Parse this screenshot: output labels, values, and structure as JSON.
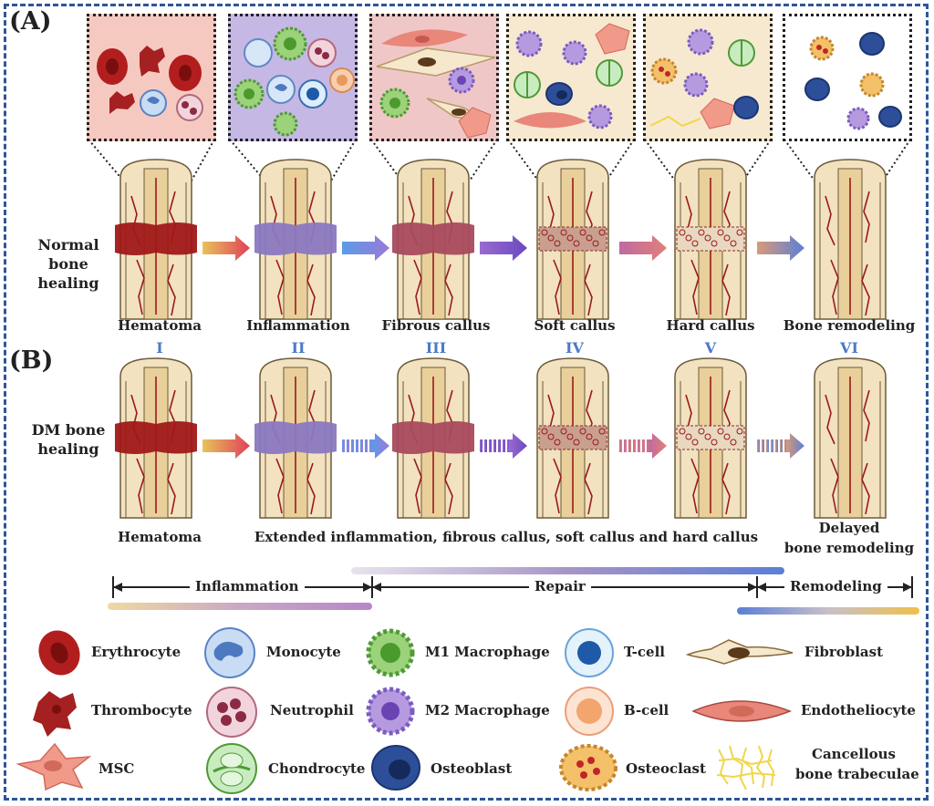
{
  "panels": {
    "a": "(A)",
    "b": "(B)"
  },
  "rows": {
    "normal": "Normal bone healing",
    "dm": "DM bone healing"
  },
  "stages": [
    {
      "label": "Hematoma",
      "roman": "I"
    },
    {
      "label": "Inflammation",
      "roman": "II"
    },
    {
      "label": "Fibrous callus",
      "roman": "III"
    },
    {
      "label": "Soft callus",
      "roman": "IV"
    },
    {
      "label": "Hard callus",
      "roman": "V"
    },
    {
      "label": "Bone remodeling",
      "roman": "VI"
    }
  ],
  "dm_labels": {
    "hematoma": "Hematoma",
    "extended": "Extended inflammation, fibrous callus, soft callus and hard callus",
    "delayed_line1": "Delayed",
    "delayed_line2": "bone remodeling"
  },
  "phases": {
    "inflammation": "Inflammation",
    "repair": "Repair",
    "remodeling": "Remodeling"
  },
  "legend": [
    {
      "name": "Erythrocyte",
      "icon": "erythrocyte-icon"
    },
    {
      "name": "Monocyte",
      "icon": "monocyte-icon"
    },
    {
      "name": "M1 Macrophage",
      "icon": "m1-macrophage-icon"
    },
    {
      "name": "T-cell",
      "icon": "t-cell-icon"
    },
    {
      "name": "Fibroblast",
      "icon": "fibroblast-icon"
    },
    {
      "name": "Thrombocyte",
      "icon": "thrombocyte-icon"
    },
    {
      "name": "Neutrophil",
      "icon": "neutrophil-icon"
    },
    {
      "name": "M2 Macrophage",
      "icon": "m2-macrophage-icon"
    },
    {
      "name": "B-cell",
      "icon": "b-cell-icon"
    },
    {
      "name": "Endotheliocyte",
      "icon": "endotheliocyte-icon"
    },
    {
      "name": "MSC",
      "icon": "msc-icon"
    },
    {
      "name": "Chondrocyte",
      "icon": "chondrocyte-icon"
    },
    {
      "name": "Osteoblast",
      "icon": "osteoblast-icon"
    },
    {
      "name": "Osteoclast",
      "icon": "osteoclast-icon"
    },
    {
      "name": "Cancellous",
      "icon": "cancellous-bone-icon"
    },
    {
      "name": "bone trabeculae",
      "icon": "cancellous-bone-icon"
    }
  ],
  "colors": {
    "frame": "#2f5597",
    "roman": "#4a7bc8",
    "hematoma": "#a01818",
    "inflammation": "#8a78c0",
    "fibrous": "#a84a5e",
    "bone": "#f3e2bf",
    "bone_stroke": "#6b5a3a"
  }
}
